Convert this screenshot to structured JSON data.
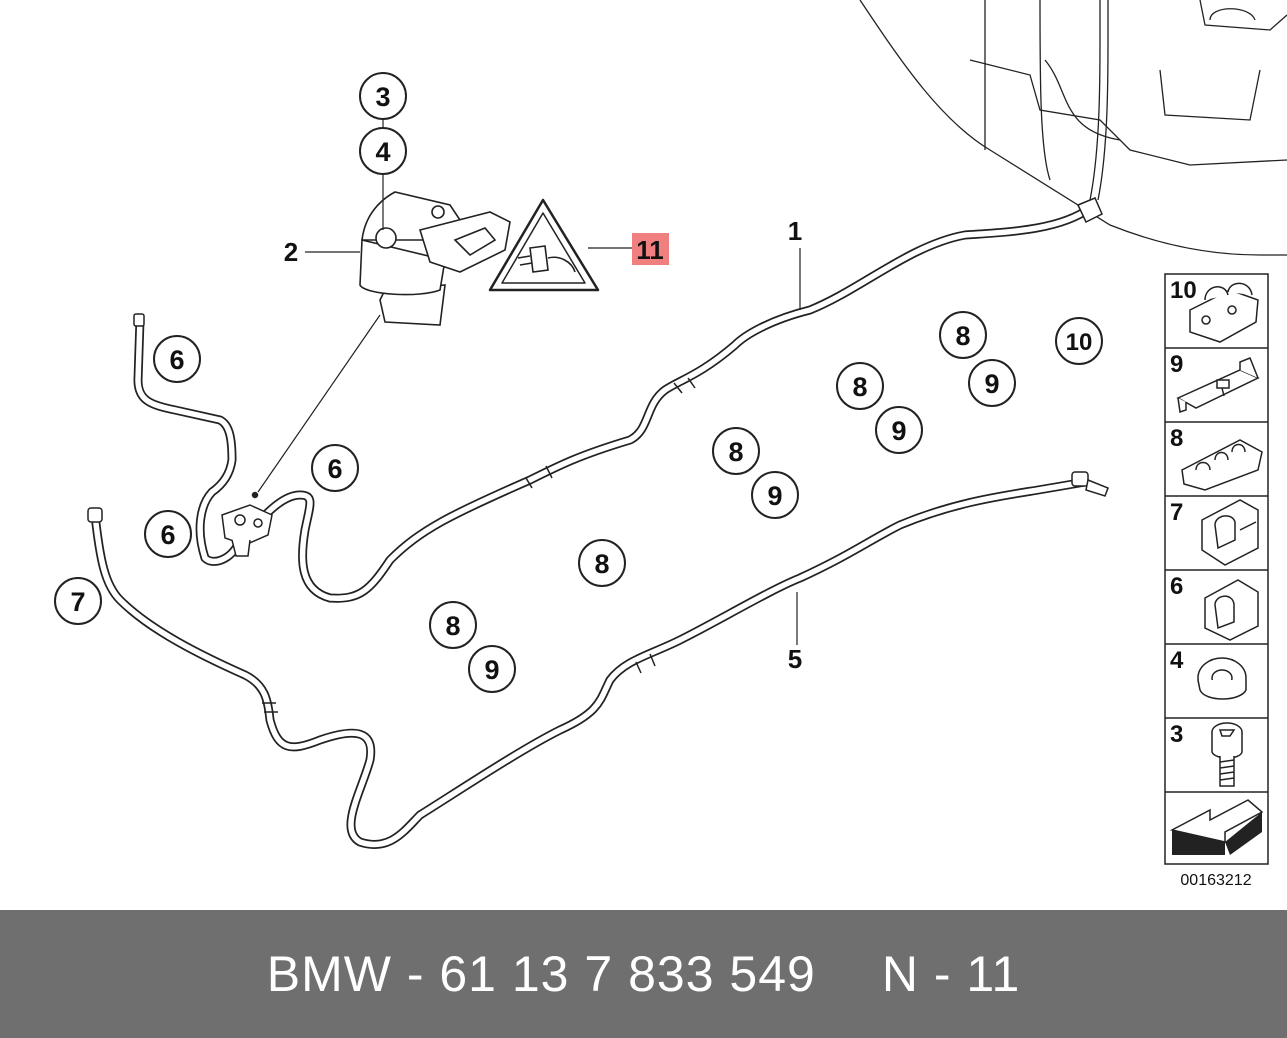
{
  "diagram": {
    "callouts": [
      {
        "id": "c3",
        "label": "3"
      },
      {
        "id": "c4",
        "label": "4"
      },
      {
        "id": "c6a",
        "label": "6"
      },
      {
        "id": "c6b",
        "label": "6"
      },
      {
        "id": "c6c",
        "label": "6"
      },
      {
        "id": "c7",
        "label": "7"
      },
      {
        "id": "c8a",
        "label": "8"
      },
      {
        "id": "c8b",
        "label": "8"
      },
      {
        "id": "c8c",
        "label": "8"
      },
      {
        "id": "c8d",
        "label": "8"
      },
      {
        "id": "c8e",
        "label": "8"
      },
      {
        "id": "c9a",
        "label": "9"
      },
      {
        "id": "c9b",
        "label": "9"
      },
      {
        "id": "c9c",
        "label": "9"
      },
      {
        "id": "c9d",
        "label": "9"
      },
      {
        "id": "c10",
        "label": "10"
      }
    ],
    "part_labels": {
      "p1": "1",
      "p2": "2",
      "p5": "5",
      "p11": "11"
    },
    "highlight_color": "#f08080",
    "legend": [
      {
        "label": "10",
        "icon": "clip-double-icon"
      },
      {
        "label": "9",
        "icon": "bracket-plate-icon"
      },
      {
        "label": "8",
        "icon": "cable-clip-icon"
      },
      {
        "label": "7",
        "icon": "holder-clip-icon"
      },
      {
        "label": "6",
        "icon": "single-clip-icon"
      },
      {
        "label": "4",
        "icon": "washer-icon"
      },
      {
        "label": "3",
        "icon": "bolt-icon"
      },
      {
        "label": "",
        "icon": "direction-arrow-icon"
      }
    ],
    "image_number": "00163212"
  },
  "footer": {
    "part_number": "BMW - 61 13 7 833 549",
    "position": "N - 11"
  }
}
